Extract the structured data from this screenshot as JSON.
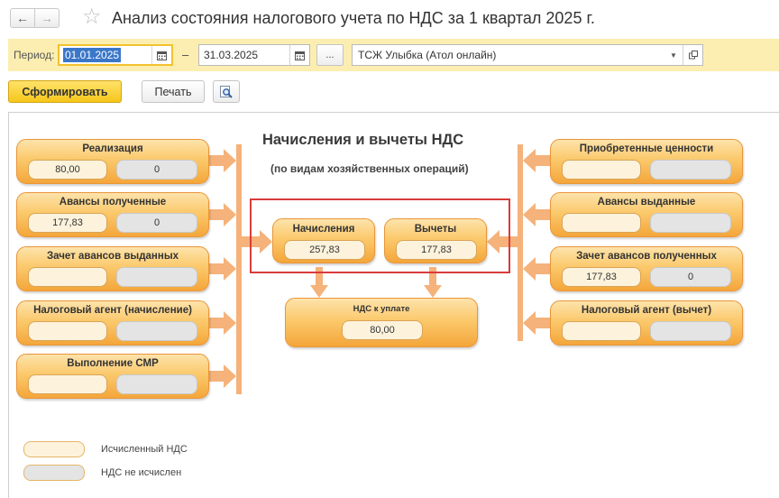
{
  "window": {
    "title": "Анализ состояния налогового учета по НДС за 1 квартал 2025 г.",
    "back_icon": "arrow-left-icon",
    "forward_icon": "arrow-right-icon",
    "favorite_icon": "star-icon"
  },
  "period": {
    "label": "Период:",
    "date_from": "01.01.2025",
    "separator": "–",
    "date_to": "31.03.2025",
    "dots_label": "...",
    "organization": "ТСЖ Улыбка (Атол онлайн)"
  },
  "toolbar": {
    "generate_label": "Сформировать",
    "print_label": "Печать"
  },
  "diagram": {
    "title": "Начисления и вычеты НДС",
    "subtitle": "(по видам хозяйственных операций)",
    "left_cards": [
      {
        "title": "Реализация",
        "calc": "80,00",
        "none": "0"
      },
      {
        "title": "Авансы полученные",
        "calc": "177,83",
        "none": "0"
      },
      {
        "title": "Зачет авансов выданных",
        "calc": "",
        "none": ""
      },
      {
        "title": "Налоговый агент (начисление)",
        "calc": "",
        "none": ""
      },
      {
        "title": "Выполнение СМР",
        "calc": "",
        "none": ""
      }
    ],
    "right_cards": [
      {
        "title": "Приобретенные ценности",
        "calc": "",
        "none": ""
      },
      {
        "title": "Авансы выданные",
        "calc": "",
        "none": ""
      },
      {
        "title": "Зачет авансов полученных",
        "calc": "177,83",
        "none": "0"
      },
      {
        "title": "Налоговый агент (вычет)",
        "calc": "",
        "none": ""
      }
    ],
    "accruals": {
      "title": "Начисления",
      "value": "257,83"
    },
    "deductions": {
      "title": "Вычеты",
      "value": "177,83"
    },
    "payable": {
      "title": "НДС к уплате",
      "value": "80,00"
    }
  },
  "legend": {
    "calculated": "Исчисленный НДС",
    "not_calculated": "НДС не исчислен"
  },
  "colors": {
    "accent_yellow": "#f5c61a",
    "period_bar": "#fbeeb0",
    "card_orange": "#fbc96c",
    "arrow": "#f5b27a",
    "highlight_frame": "#d93b3b",
    "selection": "#3b77c9"
  }
}
